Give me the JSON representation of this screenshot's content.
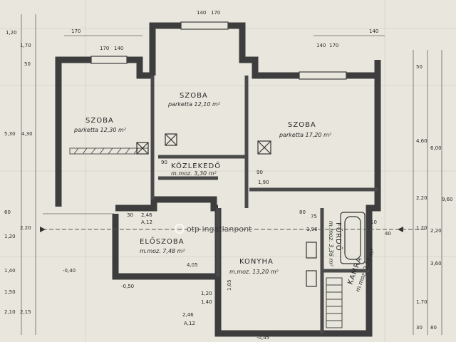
{
  "rooms": [
    {
      "key": "szoba_left",
      "name": "SZOBA",
      "floor": "parketta 12,30 m²"
    },
    {
      "key": "szoba_mid",
      "name": "SZOBA",
      "floor": "parketta 12,10 m²"
    },
    {
      "key": "szoba_right",
      "name": "SZOBA",
      "floor": "parketta 17,20 m²"
    },
    {
      "key": "kozlekedo",
      "name": "KÖZLEKEDŐ",
      "floor": "m.moz. 3,30 m²"
    },
    {
      "key": "eloszoba",
      "name": "ELŐSZOBA",
      "floor": "m.moz. 7,48 m²"
    },
    {
      "key": "konyha",
      "name": "KONYHA",
      "floor": "m.moz. 13,20 m²"
    },
    {
      "key": "furdo",
      "name": "FÜRDŐ",
      "floor": "m.moz. 3,36 m²"
    },
    {
      "key": "kamra",
      "name": "KAMRA",
      "floor": "m.moz. 2,72 m²"
    }
  ],
  "watermark": "otp ingatlanpont",
  "dimensions": [
    "170",
    "170",
    "140",
    "140",
    "170",
    "140",
    "170",
    "140",
    "1,20",
    "1,70",
    "5,30",
    "4,30",
    "50",
    "60",
    "1,20",
    "2,20",
    "1,40",
    "1,50",
    "2,10",
    "2,15",
    "50",
    "4,60",
    "6,00",
    "9,60",
    "1,20",
    "2,20",
    "3,60",
    "1,70",
    "30",
    "80",
    "2,20",
    "90",
    "90",
    "1,90",
    "1,96",
    "75",
    "2,46",
    "A,12",
    "1,20",
    "1,40",
    "2,46",
    "A,12",
    "-0,40",
    "-0,50",
    "-0,45",
    "80",
    "10",
    "40",
    "4,05",
    "30",
    "1,05"
  ]
}
